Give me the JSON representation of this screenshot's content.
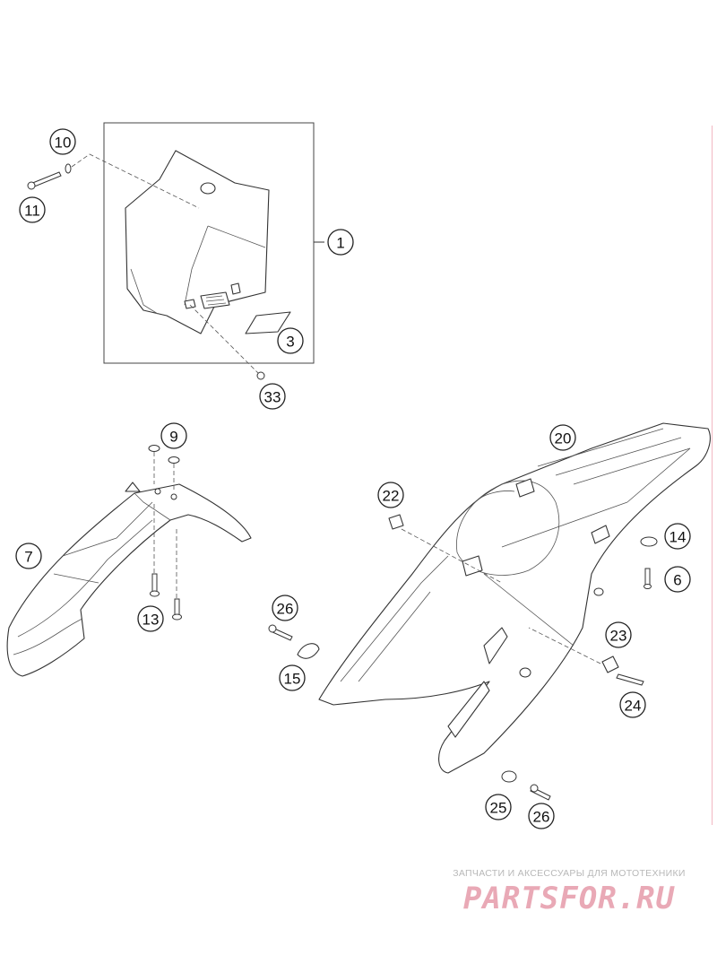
{
  "diagram": {
    "callouts": [
      {
        "id": "c10",
        "label": "10"
      },
      {
        "id": "c11",
        "label": "11"
      },
      {
        "id": "c1",
        "label": "1"
      },
      {
        "id": "c3",
        "label": "3"
      },
      {
        "id": "c33",
        "label": "33"
      },
      {
        "id": "c9",
        "label": "9"
      },
      {
        "id": "c7",
        "label": "7"
      },
      {
        "id": "c13",
        "label": "13"
      },
      {
        "id": "c20",
        "label": "20"
      },
      {
        "id": "c22",
        "label": "22"
      },
      {
        "id": "c14",
        "label": "14"
      },
      {
        "id": "c6",
        "label": "6"
      },
      {
        "id": "c26a",
        "label": "26"
      },
      {
        "id": "c15",
        "label": "15"
      },
      {
        "id": "c23",
        "label": "23"
      },
      {
        "id": "c24",
        "label": "24"
      },
      {
        "id": "c25",
        "label": "25"
      },
      {
        "id": "c26b",
        "label": "26"
      }
    ]
  },
  "watermark": {
    "caption": "ЗАПЧАСТИ И АКСЕССУАРЫ ДЛЯ МОТОТЕХНИКИ",
    "logo": "PARTSFOR.RU",
    "color": "#e9a9b6"
  }
}
